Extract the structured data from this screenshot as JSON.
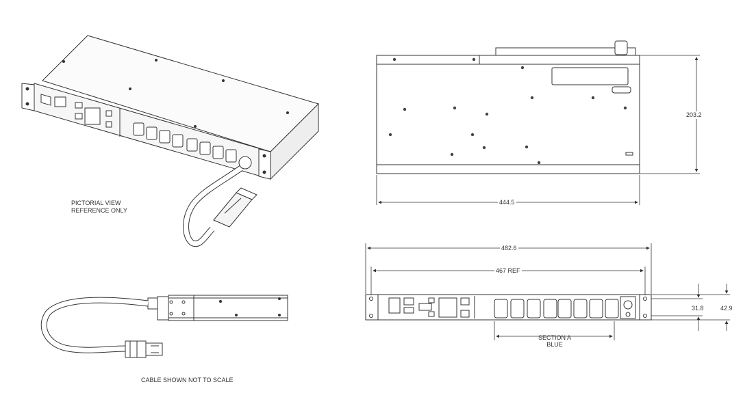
{
  "notes": {
    "pictorial_line1": "PICTORIAL VIEW",
    "pictorial_line2": "REFERENCE ONLY",
    "cable": "CABLE SHOWN NOT TO SCALE"
  },
  "dimensions": {
    "depth": "203.2",
    "width": "444.5",
    "overall": "482.6",
    "mount": "467 REF",
    "height_inner": "31.8",
    "height_outer": "42.9"
  },
  "section": {
    "line1": "SECTION A",
    "line2": "BLUE"
  },
  "colors": {
    "line": "#333333",
    "light": "#888888",
    "accent": "#555555"
  }
}
